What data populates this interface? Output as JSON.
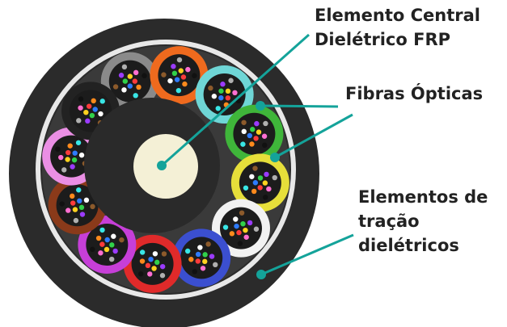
{
  "labels": {
    "central_line1": "Elemento Central",
    "central_line2": "Dielétrico FRP",
    "fibras": "Fibras Ópticas",
    "tracao_line1": "Elementos de",
    "tracao_line2": "tração",
    "tracao_line3": "dielétricos"
  },
  "colors": {
    "jacket": "#2b2b2b",
    "yarn": "#e8e8e8",
    "core": "#2a2a2a",
    "frp_center": "#f4f0d6",
    "leader_line": "#14a39a",
    "label_text": "#222222"
  },
  "tubes": [
    {
      "name": "tube-gray",
      "color": "#8a8a8a"
    },
    {
      "name": "tube-orange",
      "color": "#ef6a1e"
    },
    {
      "name": "tube-aqua",
      "color": "#6fd6d6"
    },
    {
      "name": "tube-green",
      "color": "#3fb53a"
    },
    {
      "name": "tube-yellow",
      "color": "#e6df3a"
    },
    {
      "name": "tube-white",
      "color": "#f2f2f2"
    },
    {
      "name": "tube-blue",
      "color": "#3b4fd0"
    },
    {
      "name": "tube-red",
      "color": "#e02a2a"
    },
    {
      "name": "tube-violet",
      "color": "#c63fd8"
    },
    {
      "name": "tube-brown",
      "color": "#8a3a1a"
    },
    {
      "name": "tube-pink",
      "color": "#ea8fe4"
    },
    {
      "name": "tube-black",
      "color": "#222222"
    }
  ],
  "fiber_colors": [
    "#ff3b3b",
    "#2e7bff",
    "#31d14a",
    "#ffd21f",
    "#ff8a1c",
    "#ffffff",
    "#9b3bff",
    "#ff6fd1",
    "#39e6e6",
    "#8c5a2b",
    "#b0b0b0",
    "#111111"
  ]
}
